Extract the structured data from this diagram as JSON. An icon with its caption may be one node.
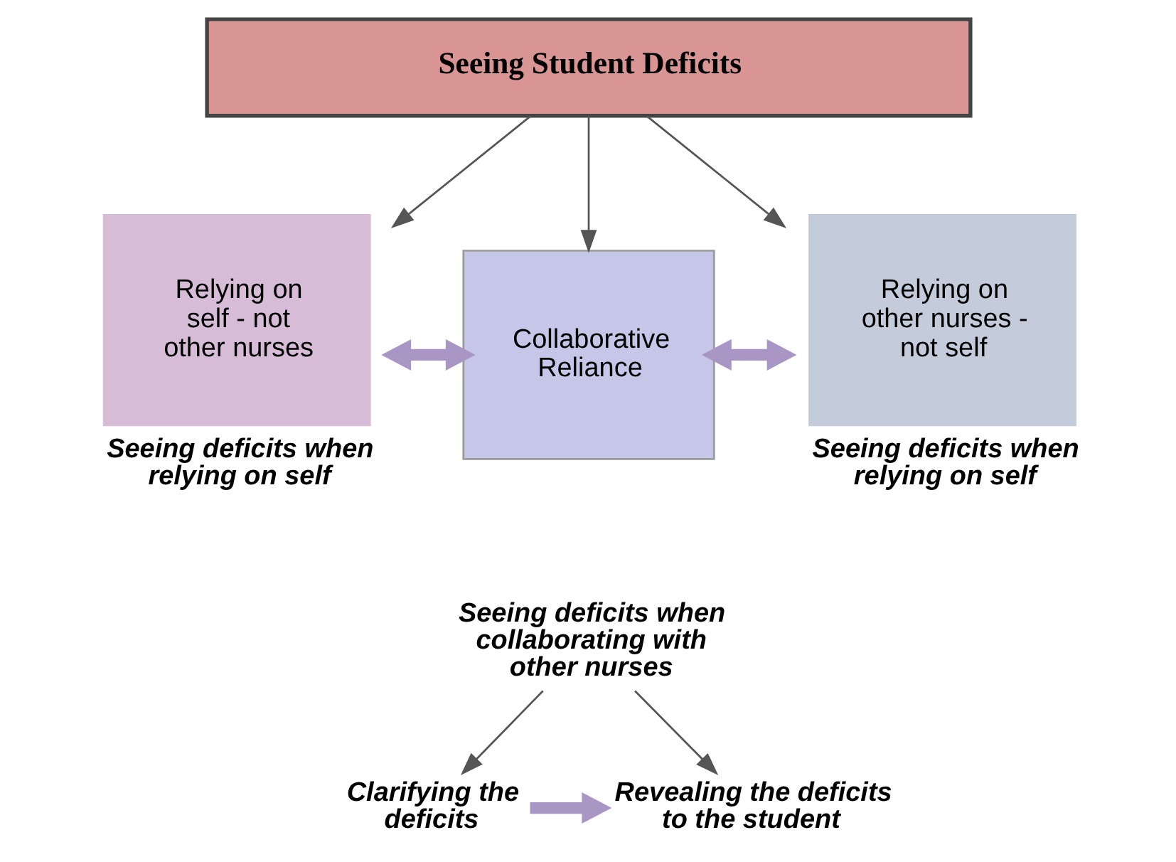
{
  "diagram": {
    "nodes": [
      {
        "text": [
          "Seeing Student Deficits"
        ]
      },
      {
        "text": [
          "Relying on self - not other nurses"
        ],
        "beside": [
          "Seeing deficits when relying on self"
        ]
      },
      {
        "text": [
          "Collaborative Reliance"
        ]
      },
      {
        "text": [
          "Relying on other nurses - not self"
        ],
        "beside": [
          "Seeing deficits when relying on self"
        ]
      },
      {
        "text": [
          "Seeing deficits when collaborating with other nurses"
        ]
      },
      {
        "text": [
          "Clarifying the deficits"
        ]
      },
      {
        "text": [
          "Revealing the deficits to the student"
        ]
      }
    ],
    "edges": [
      {
        "from": 0,
        "to": 1,
        "arrow": "to"
      },
      {
        "from": 0,
        "to": 2,
        "arrow": "to"
      },
      {
        "from": 0,
        "to": 3,
        "arrow": "to"
      },
      {
        "from": 1,
        "to": 2,
        "arrow": "both",
        "style": "thick",
        "color": "#a996c4"
      },
      {
        "from": 2,
        "to": 3,
        "arrow": "both",
        "style": "thick",
        "color": "#a996c4"
      },
      {
        "from": 4,
        "to": 5,
        "arrow": "to"
      },
      {
        "from": 4,
        "to": 6,
        "arrow": "to"
      },
      {
        "from": 5,
        "to": 6,
        "arrow": "to",
        "style": "thick",
        "color": "#a996c4"
      }
    ]
  }
}
